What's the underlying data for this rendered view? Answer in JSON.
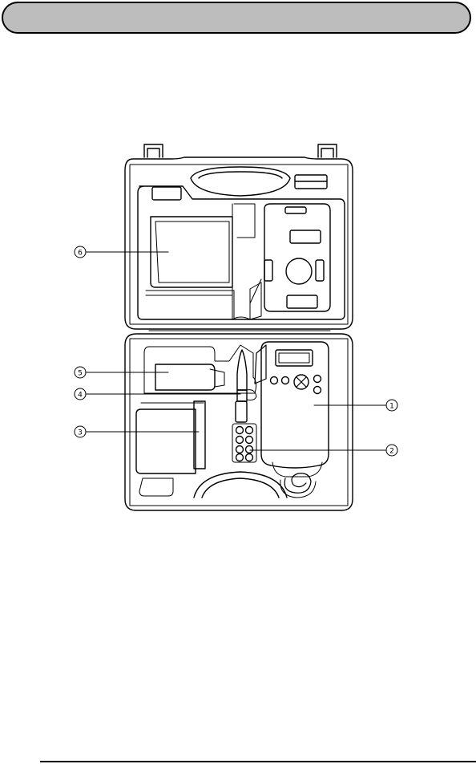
{
  "callouts": [
    {
      "id": "1",
      "label": "1"
    },
    {
      "id": "2",
      "label": "2"
    },
    {
      "id": "3",
      "label": "3"
    },
    {
      "id": "4",
      "label": "4"
    },
    {
      "id": "5",
      "label": "5"
    },
    {
      "id": "6",
      "label": "6"
    }
  ],
  "colors": {
    "line": "#000000",
    "header_fill": "#bdbdbd"
  }
}
